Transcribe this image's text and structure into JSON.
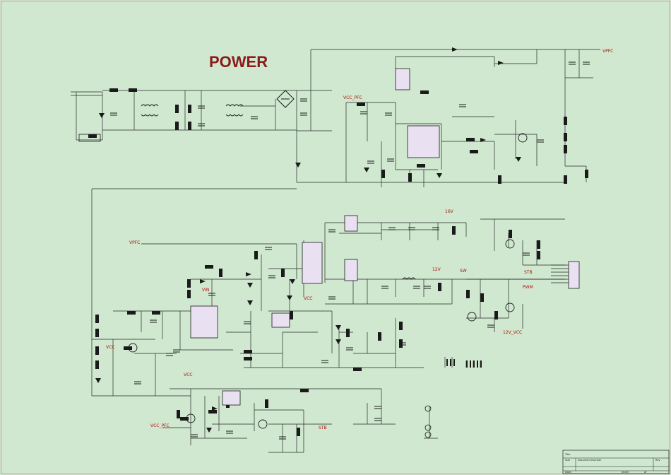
{
  "sheet": {
    "title": "POWER",
    "colors": {
      "background": "#cfe8cf",
      "title": "#8b1a1a",
      "net_label": "#b01010",
      "wire": "#2a2a2a",
      "component": "#1a1a1a",
      "outline": "#c89a9a",
      "ic_fill": "#e9e0f2"
    }
  },
  "nets": {
    "vpfc_top": "VPFC",
    "vcc_pfc_top": "VCC_PFC",
    "vpfc_mid": "VPFC",
    "v16": "16V",
    "v12": "12V",
    "sw": "SW",
    "stb_mid": "STB",
    "pwm": "PWM",
    "v12_vcc": "12V_VCC",
    "vin": "VIN",
    "vcc_left": "VCC",
    "vcc_mid": "VCC",
    "vcc_low": "VCC",
    "vcc_pfc_bottom": "VCC_PFC",
    "stb_bottom": "STB"
  },
  "title_block": {
    "title_label": "Title",
    "size_label": "Size",
    "doc_number_label": "Document Number",
    "rev_label": "Rev",
    "date_label": "Date:",
    "sheet_label": "Sheet",
    "of_label": "of"
  }
}
